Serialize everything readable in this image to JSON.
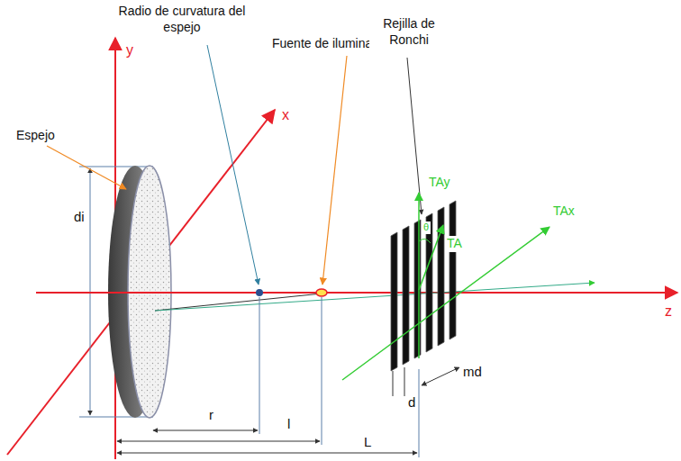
{
  "diagram": {
    "labels": [
      "Radio de curvatura del espejo",
      "Fuente de iluminación",
      "Rejilla de Ronchi",
      "Espejo",
      "y",
      "x",
      "z",
      "di",
      "r",
      "l",
      "L",
      "d",
      "md",
      "TAy",
      "TAx",
      "TA",
      "θ"
    ]
  }
}
